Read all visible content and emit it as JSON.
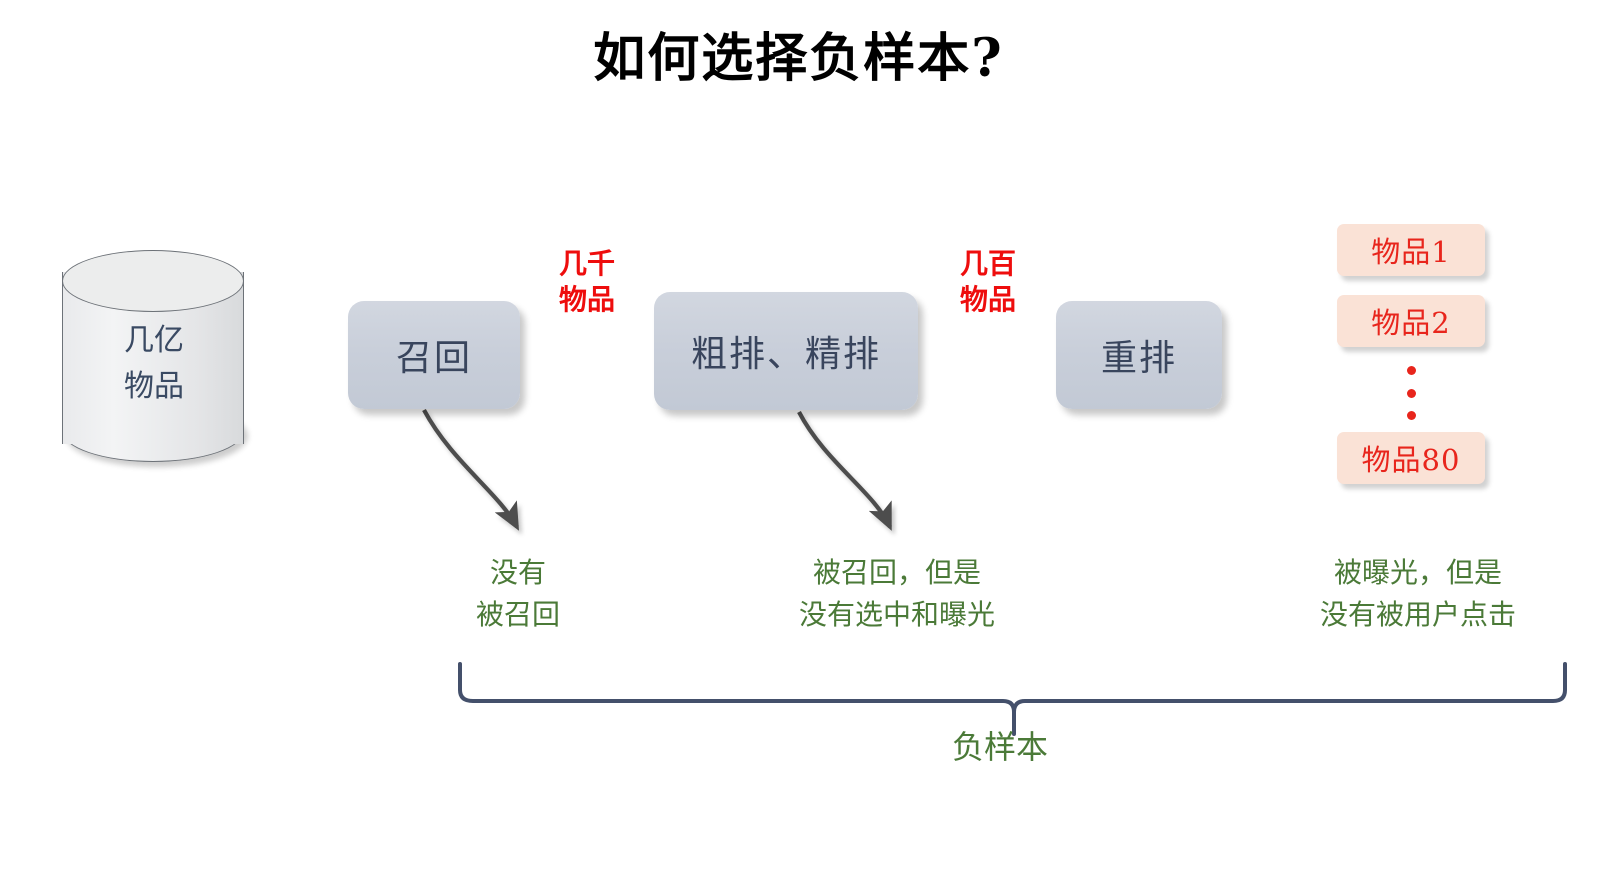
{
  "title": "如何选择负样本?",
  "colors": {
    "stage_box_fill": "#c9cfda",
    "stage_text": "#39455d",
    "item_box_fill": "#fae2d6",
    "item_text": "#e8251c",
    "flow_label_red": "#ee0d0d",
    "annotation_green": "#4b7a38",
    "arrow_gray": "#595959",
    "brace_slate": "#44506b",
    "background": "#ffffff"
  },
  "source": {
    "name": "item-pool-cylinder",
    "label": "几亿\n物品"
  },
  "stages": [
    {
      "id": "recall",
      "label": "召回"
    },
    {
      "id": "ranking",
      "label": "粗排、精排"
    },
    {
      "id": "rerank",
      "label": "重排"
    }
  ],
  "flow_labels": [
    {
      "id": "thousands",
      "label": "几千\n物品"
    },
    {
      "id": "hundreds",
      "label": "几百\n物品"
    }
  ],
  "output_items": [
    {
      "id": "item-1",
      "label": "物品1"
    },
    {
      "id": "item-2",
      "label": "物品2"
    },
    {
      "id": "ellipsis",
      "label": "⋮"
    },
    {
      "id": "item-80",
      "label": "物品80"
    }
  ],
  "annotations": [
    {
      "id": "not-recalled",
      "label": "没有\n被召回"
    },
    {
      "id": "not-exposed",
      "label": "被召回，但是\n没有选中和曝光"
    },
    {
      "id": "not-clicked",
      "label": "被曝光，但是\n没有被用户点击"
    }
  ],
  "brace": {
    "label": "负样本"
  }
}
